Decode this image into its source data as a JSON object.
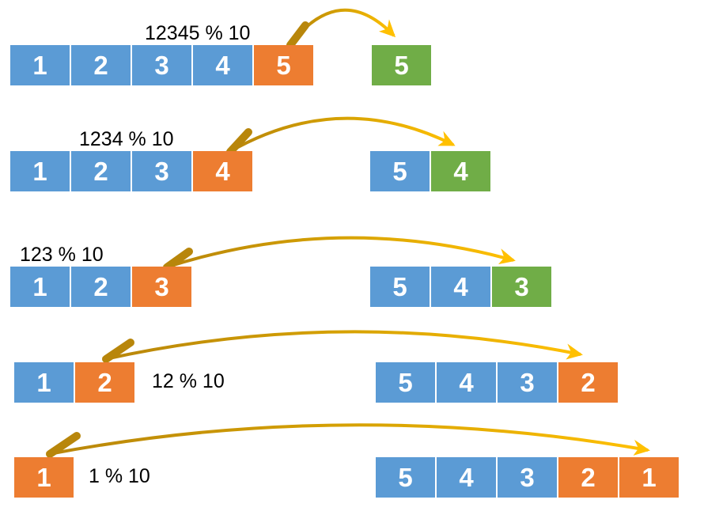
{
  "diagram": {
    "name": "reverse-number-modulo-diagram",
    "rows": [
      {
        "label": "12345 % 10",
        "left_boxes": [
          {
            "v": "1",
            "c": "blue"
          },
          {
            "v": "2",
            "c": "blue"
          },
          {
            "v": "3",
            "c": "blue"
          },
          {
            "v": "4",
            "c": "blue"
          },
          {
            "v": "5",
            "c": "orange"
          }
        ],
        "right_boxes": [
          {
            "v": "5",
            "c": "green"
          }
        ]
      },
      {
        "label": "1234 % 10",
        "left_boxes": [
          {
            "v": "1",
            "c": "blue"
          },
          {
            "v": "2",
            "c": "blue"
          },
          {
            "v": "3",
            "c": "blue"
          },
          {
            "v": "4",
            "c": "orange"
          }
        ],
        "right_boxes": [
          {
            "v": "5",
            "c": "blue"
          },
          {
            "v": "4",
            "c": "green"
          }
        ]
      },
      {
        "label": "123 % 10",
        "left_boxes": [
          {
            "v": "1",
            "c": "blue"
          },
          {
            "v": "2",
            "c": "blue"
          },
          {
            "v": "3",
            "c": "orange"
          }
        ],
        "right_boxes": [
          {
            "v": "5",
            "c": "blue"
          },
          {
            "v": "4",
            "c": "blue"
          },
          {
            "v": "3",
            "c": "green"
          }
        ]
      },
      {
        "label": "12 % 10",
        "left_boxes": [
          {
            "v": "1",
            "c": "blue"
          },
          {
            "v": "2",
            "c": "orange"
          }
        ],
        "right_boxes": [
          {
            "v": "5",
            "c": "blue"
          },
          {
            "v": "4",
            "c": "blue"
          },
          {
            "v": "3",
            "c": "blue"
          },
          {
            "v": "2",
            "c": "orange"
          }
        ]
      },
      {
        "label": "1 % 10",
        "left_boxes": [
          {
            "v": "1",
            "c": "orange"
          }
        ],
        "right_boxes": [
          {
            "v": "5",
            "c": "blue"
          },
          {
            "v": "4",
            "c": "blue"
          },
          {
            "v": "3",
            "c": "blue"
          },
          {
            "v": "2",
            "c": "orange"
          }
        ]
      }
    ],
    "row5_right_last_box": {
      "v": "1",
      "c": "orange"
    },
    "colors": {
      "blue": "#5B9BD5",
      "orange": "#ED7D31",
      "green": "#70AD47",
      "digit_text": "#FFFFFF",
      "label_text": "#000000",
      "arrow_dark": "#B8860B",
      "arrow_mid": "#D9A400",
      "arrow_bright": "#FFC000",
      "background": "#FFFFFF"
    }
  }
}
